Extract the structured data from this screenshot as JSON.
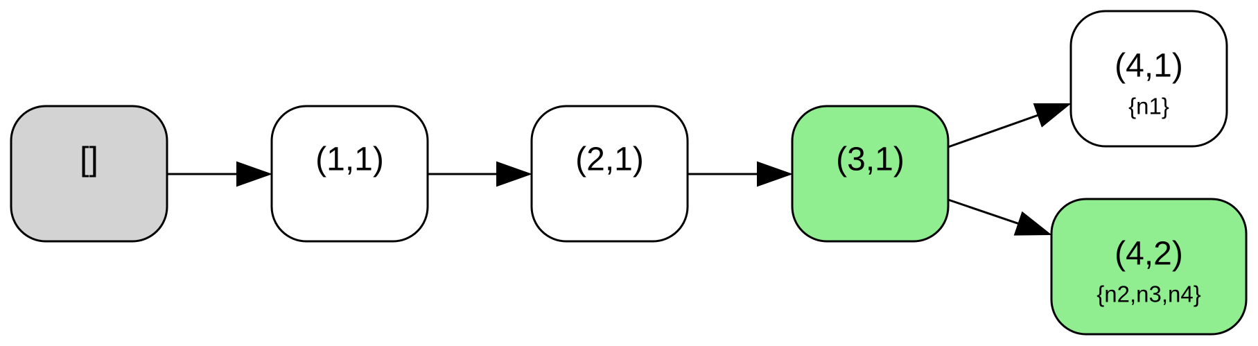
{
  "diagram": {
    "nodes": [
      {
        "id": "root",
        "label": "[]",
        "sublabel": "",
        "fill": "#d3d3d3"
      },
      {
        "id": "n11",
        "label": "(1,1)",
        "sublabel": "",
        "fill": "#ffffff"
      },
      {
        "id": "n21",
        "label": "(2,1)",
        "sublabel": "",
        "fill": "#ffffff"
      },
      {
        "id": "n31",
        "label": "(3,1)",
        "sublabel": "",
        "fill": "#90ee90"
      },
      {
        "id": "n41",
        "label": "(4,1)",
        "sublabel": "{n1}",
        "fill": "#ffffff"
      },
      {
        "id": "n42",
        "label": "(4,2)",
        "sublabel": "{n2,n3,n4}",
        "fill": "#90ee90"
      }
    ],
    "edges": [
      {
        "from": "root",
        "to": "n11"
      },
      {
        "from": "n11",
        "to": "n21"
      },
      {
        "from": "n21",
        "to": "n31"
      },
      {
        "from": "n31",
        "to": "n41"
      },
      {
        "from": "n31",
        "to": "n42"
      }
    ]
  }
}
